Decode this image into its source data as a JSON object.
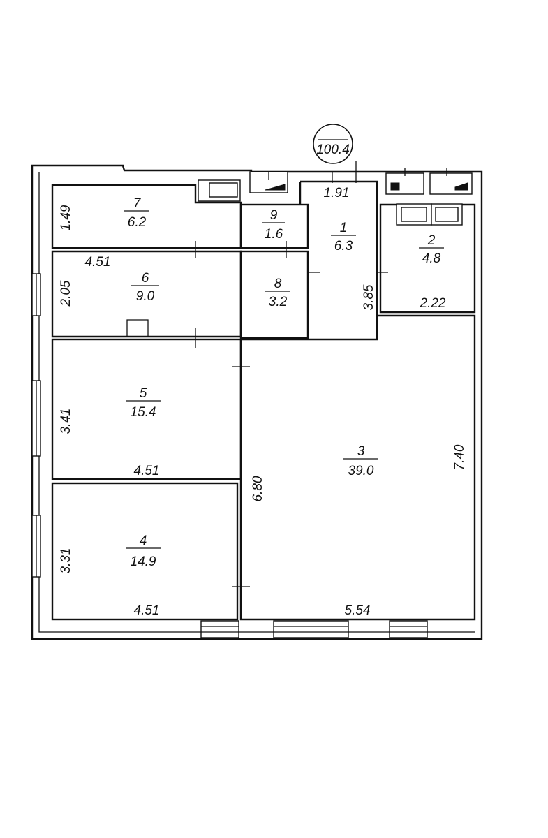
{
  "total_area": "100.4",
  "rooms": [
    {
      "id": "1",
      "area": "6.3"
    },
    {
      "id": "2",
      "area": "4.8"
    },
    {
      "id": "3",
      "area": "39.0"
    },
    {
      "id": "4",
      "area": "14.9"
    },
    {
      "id": "5",
      "area": "15.4"
    },
    {
      "id": "6",
      "area": "9.0"
    },
    {
      "id": "7",
      "area": "6.2"
    },
    {
      "id": "8",
      "area": "3.2"
    },
    {
      "id": "9",
      "area": "1.6"
    }
  ],
  "dimensions": {
    "room7_height": "1.49",
    "room6_width": "4.51",
    "room6_height": "2.05",
    "room5_height": "3.41",
    "room5_width": "4.51",
    "room4_height": "3.31",
    "room4_width": "4.51",
    "hall_width": "1.91",
    "hall_height": "3.85",
    "room2_width": "2.22",
    "corridor_length": "6.80",
    "room3_height": "7.40",
    "room3_width": "5.54"
  }
}
